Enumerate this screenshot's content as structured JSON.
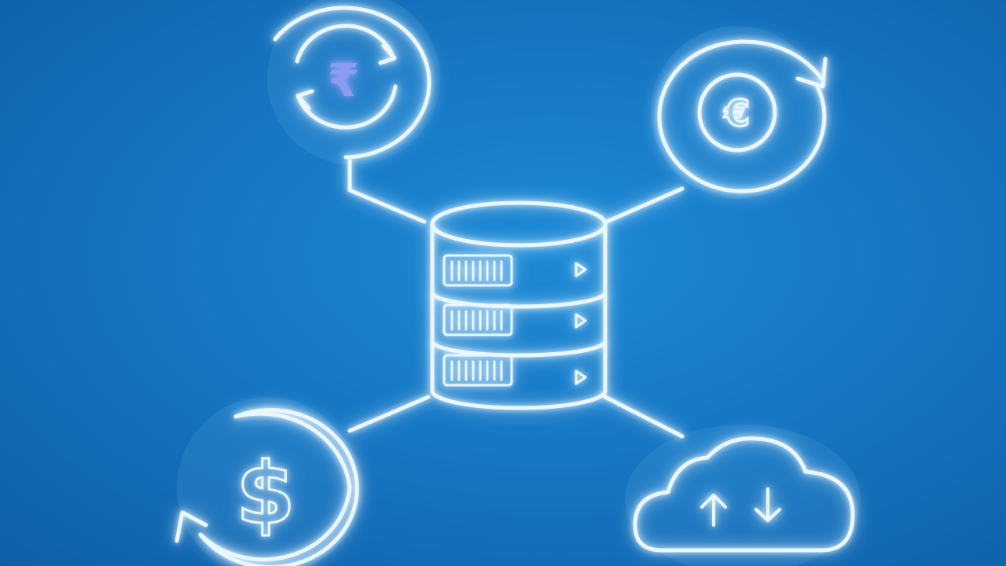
{
  "illustration": {
    "background_color": "#1677c4",
    "glow_color": "#eaf7ff",
    "center": {
      "icon": "database-server-icon",
      "rack_units": 3
    },
    "nodes": [
      {
        "id": "top-left",
        "icon": "currency-exchange-sync-icon",
        "symbol": "₹"
      },
      {
        "id": "top-right",
        "icon": "euro-coin-refresh-icon",
        "symbol": "€"
      },
      {
        "id": "bottom-left",
        "icon": "dollar-refresh-icon",
        "symbol": "$"
      },
      {
        "id": "bottom-right",
        "icon": "cloud-upload-download-icon",
        "symbol": ""
      }
    ]
  }
}
